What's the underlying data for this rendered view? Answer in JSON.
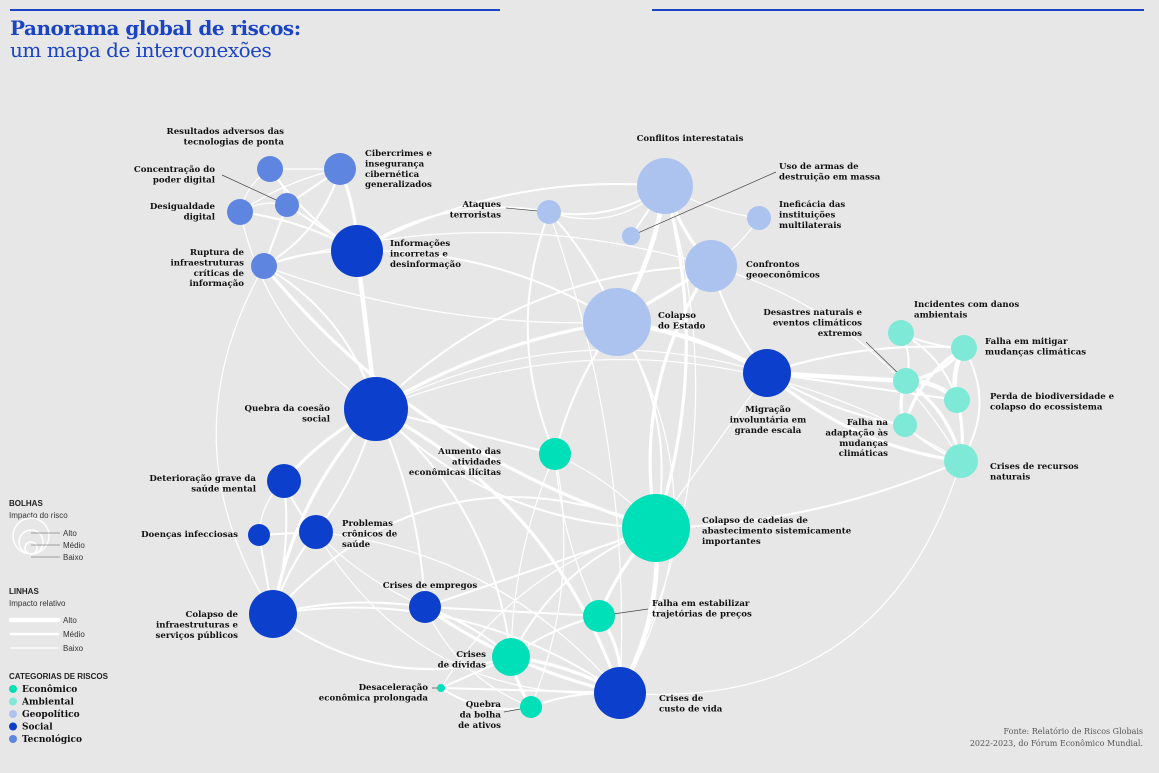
{
  "header": {
    "title": "Panorama global de riscos:",
    "subtitle": "um mapa de interconexões"
  },
  "colors": {
    "background": "#e7e7e7",
    "accent": "#1a44c4",
    "Econômico": "#00e0b8",
    "Ambiental": "#7ee9d6",
    "Geopolítico": "#adc3ef",
    "Social": "#0b3fcc",
    "Tecnológico": "#5e85e0"
  },
  "nodes": [
    {
      "id": "resultados",
      "lines": [
        "Resultados adversos das",
        "tecnologias de ponta"
      ],
      "category": "Tecnológico",
      "impact": "baixo"
    },
    {
      "id": "concentracao",
      "lines": [
        "Concentração do",
        "poder digital"
      ],
      "category": "Tecnológico",
      "impact": "baixo"
    },
    {
      "id": "desigualdade",
      "lines": [
        "Desigualdade",
        "digital"
      ],
      "category": "Tecnológico",
      "impact": "baixo"
    },
    {
      "id": "cibercrimes",
      "lines": [
        "Cibercrimes e",
        "insegurança",
        "cibernética",
        "generalizados"
      ],
      "category": "Tecnológico",
      "impact": "medio"
    },
    {
      "id": "ruptura",
      "lines": [
        "Ruptura de",
        "infraestruturas",
        "críticas de",
        "informação"
      ],
      "category": "Tecnológico",
      "impact": "baixo"
    },
    {
      "id": "informacoes",
      "lines": [
        "Informações",
        "incorretas e",
        "desinformação"
      ],
      "category": "Social",
      "impact": "alto"
    },
    {
      "id": "ataques",
      "lines": [
        "Ataques",
        "terroristas"
      ],
      "category": "Geopolítico",
      "impact": "baixo"
    },
    {
      "id": "conflitos",
      "lines": [
        "Conflitos interestatais"
      ],
      "category": "Geopolítico",
      "impact": "alto"
    },
    {
      "id": "armas",
      "lines": [
        "Uso de armas de",
        "destruição em massa"
      ],
      "category": "Geopolítico",
      "impact": "baixo"
    },
    {
      "id": "ineficacia",
      "lines": [
        "Ineficácia das",
        "instituições",
        "multilaterais"
      ],
      "category": "Geopolítico",
      "impact": "baixo"
    },
    {
      "id": "confrontos",
      "lines": [
        "Confrontos",
        "geoeconômicos"
      ],
      "category": "Geopolítico",
      "impact": "alto"
    },
    {
      "id": "colapso_estado",
      "lines": [
        "Colapso",
        "do Estado"
      ],
      "category": "Geopolítico",
      "impact": "alto"
    },
    {
      "id": "incidentes",
      "lines": [
        "Incidentes com danos",
        "ambientais"
      ],
      "category": "Ambiental",
      "impact": "baixo"
    },
    {
      "id": "falha_mitigar",
      "lines": [
        "Falha em mitigar",
        "mudanças climáticas"
      ],
      "category": "Ambiental",
      "impact": "baixo"
    },
    {
      "id": "desastres",
      "lines": [
        "Desastres naturais e",
        "eventos climáticos",
        "extremos"
      ],
      "category": "Ambiental",
      "impact": "baixo"
    },
    {
      "id": "biodiversidade",
      "lines": [
        "Perda de biodiversidade e",
        "colapso do ecossistema"
      ],
      "category": "Ambiental",
      "impact": "baixo"
    },
    {
      "id": "falha_adaptacao",
      "lines": [
        "Falha na",
        "adaptação às",
        "mudanças",
        "climáticas"
      ],
      "category": "Ambiental",
      "impact": "baixo"
    },
    {
      "id": "recursos",
      "lines": [
        "Crises de recursos",
        "naturais"
      ],
      "category": "Ambiental",
      "impact": "medio"
    },
    {
      "id": "migracao",
      "lines": [
        "Migração",
        "involuntária em",
        "grande escala"
      ],
      "category": "Social",
      "impact": "medio"
    },
    {
      "id": "quebra_coesao",
      "lines": [
        "Quebra da coesão",
        "social"
      ],
      "category": "Social",
      "impact": "alto"
    },
    {
      "id": "aumento",
      "lines": [
        "Aumento das",
        "atividades",
        "econômicas ilícitas"
      ],
      "category": "Econômico",
      "impact": "baixo"
    },
    {
      "id": "saude_mental",
      "lines": [
        "Deterioração grave da",
        "saúde mental"
      ],
      "category": "Social",
      "impact": "baixo"
    },
    {
      "id": "doencas",
      "lines": [
        "Doenças infecciosas"
      ],
      "category": "Social",
      "impact": "baixo"
    },
    {
      "id": "cronicos",
      "lines": [
        "Problemas",
        "crônicos de",
        "saúde"
      ],
      "category": "Social",
      "impact": "baixo"
    },
    {
      "id": "cadeias",
      "lines": [
        "Colapso de cadeias de",
        "abastecimento sistemicamente",
        "importantes"
      ],
      "category": "Econômico",
      "impact": "alto"
    },
    {
      "id": "empregos",
      "lines": [
        "Crises de empregos"
      ],
      "category": "Social",
      "impact": "baixo"
    },
    {
      "id": "infra_publicos",
      "lines": [
        "Colapso de",
        "infraestruturas e",
        "serviços públicos"
      ],
      "category": "Social",
      "impact": "medio"
    },
    {
      "id": "precos",
      "lines": [
        "Falha em estabilizar",
        "trajetórias de preços"
      ],
      "category": "Econômico",
      "impact": "baixo"
    },
    {
      "id": "dividas",
      "lines": [
        "Crises",
        "de dívidas"
      ],
      "category": "Econômico",
      "impact": "baixo"
    },
    {
      "id": "desaceleracao",
      "lines": [
        "Desaceleração",
        "econômica prolongada"
      ],
      "category": "Econômico",
      "impact": "baixo"
    },
    {
      "id": "custo_vida",
      "lines": [
        "Crises de",
        "custo de vida"
      ],
      "category": "Social",
      "impact": "medio"
    },
    {
      "id": "bolha",
      "lines": [
        "Quebra",
        "da bolha",
        "de ativos"
      ],
      "category": "Econômico",
      "impact": "baixo"
    }
  ],
  "legend": {
    "bubbles_title": "BOLHAS",
    "bubbles_sub": "Impacto do risco",
    "bubble_levels": [
      "Alto",
      "Médio",
      "Baixo"
    ],
    "lines_title": "LINHAS",
    "lines_sub": "Impacto relativo",
    "line_levels": [
      "Alto",
      "Médio",
      "Baixo"
    ],
    "categories_title": "CATEGORIAS DE RISCOS",
    "categories": [
      "Econômico",
      "Ambiental",
      "Geopolítico",
      "Social",
      "Tecnológico"
    ]
  },
  "source": {
    "line1": "Fonte: Relatório de Riscos Globais",
    "line2": "2022-2023, do Fórum Econômico Mundial."
  }
}
